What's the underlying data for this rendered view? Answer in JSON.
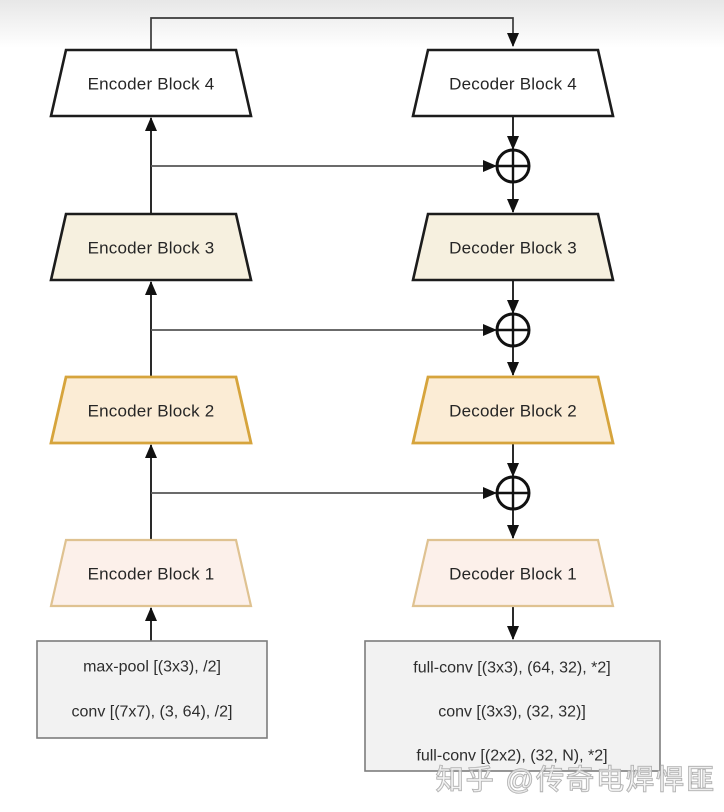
{
  "diagram_type": "encoder-decoder network architecture (U-Net style)",
  "levels": [
    {
      "level": 4,
      "encoder_label": "Encoder Block 4",
      "decoder_label": "Decoder Block 4",
      "fill": "#ffffff",
      "border": "#1c1c1c"
    },
    {
      "level": 3,
      "encoder_label": "Encoder Block 3",
      "decoder_label": "Decoder Block 3",
      "fill": "#f6f0df",
      "border": "#1c1c1c"
    },
    {
      "level": 2,
      "encoder_label": "Encoder Block 2",
      "decoder_label": "Decoder Block 2",
      "fill": "#fbecd5",
      "border": "#d6a43c"
    },
    {
      "level": 1,
      "encoder_label": "Encoder Block 1",
      "decoder_label": "Decoder Block 1",
      "fill": "#fcf0ea",
      "border": "#dfc291"
    }
  ],
  "encoder_stem_box": {
    "lines": [
      "max-pool [(3x3), /2]",
      "conv [(7x7), (3, 64), /2]"
    ],
    "fill": "#f2f2f2",
    "border": "#7d7d7d"
  },
  "decoder_head_box": {
    "lines": [
      "full-conv [(3x3), (64, 32), *2]",
      "conv [(3x3), (32, 32)]",
      "full-conv [(2x2), (32, N), *2]"
    ],
    "fill": "#f2f2f2",
    "border": "#7d7d7d"
  },
  "merge_operator": "circled-plus (element-wise add of skip connection)",
  "watermark": "知乎 @传奇电焊悍匪",
  "colors": {
    "line": "#1f1f1f",
    "skip_line": "#565656",
    "background": "#ffffff",
    "top_fade": "#e7e7e7"
  }
}
